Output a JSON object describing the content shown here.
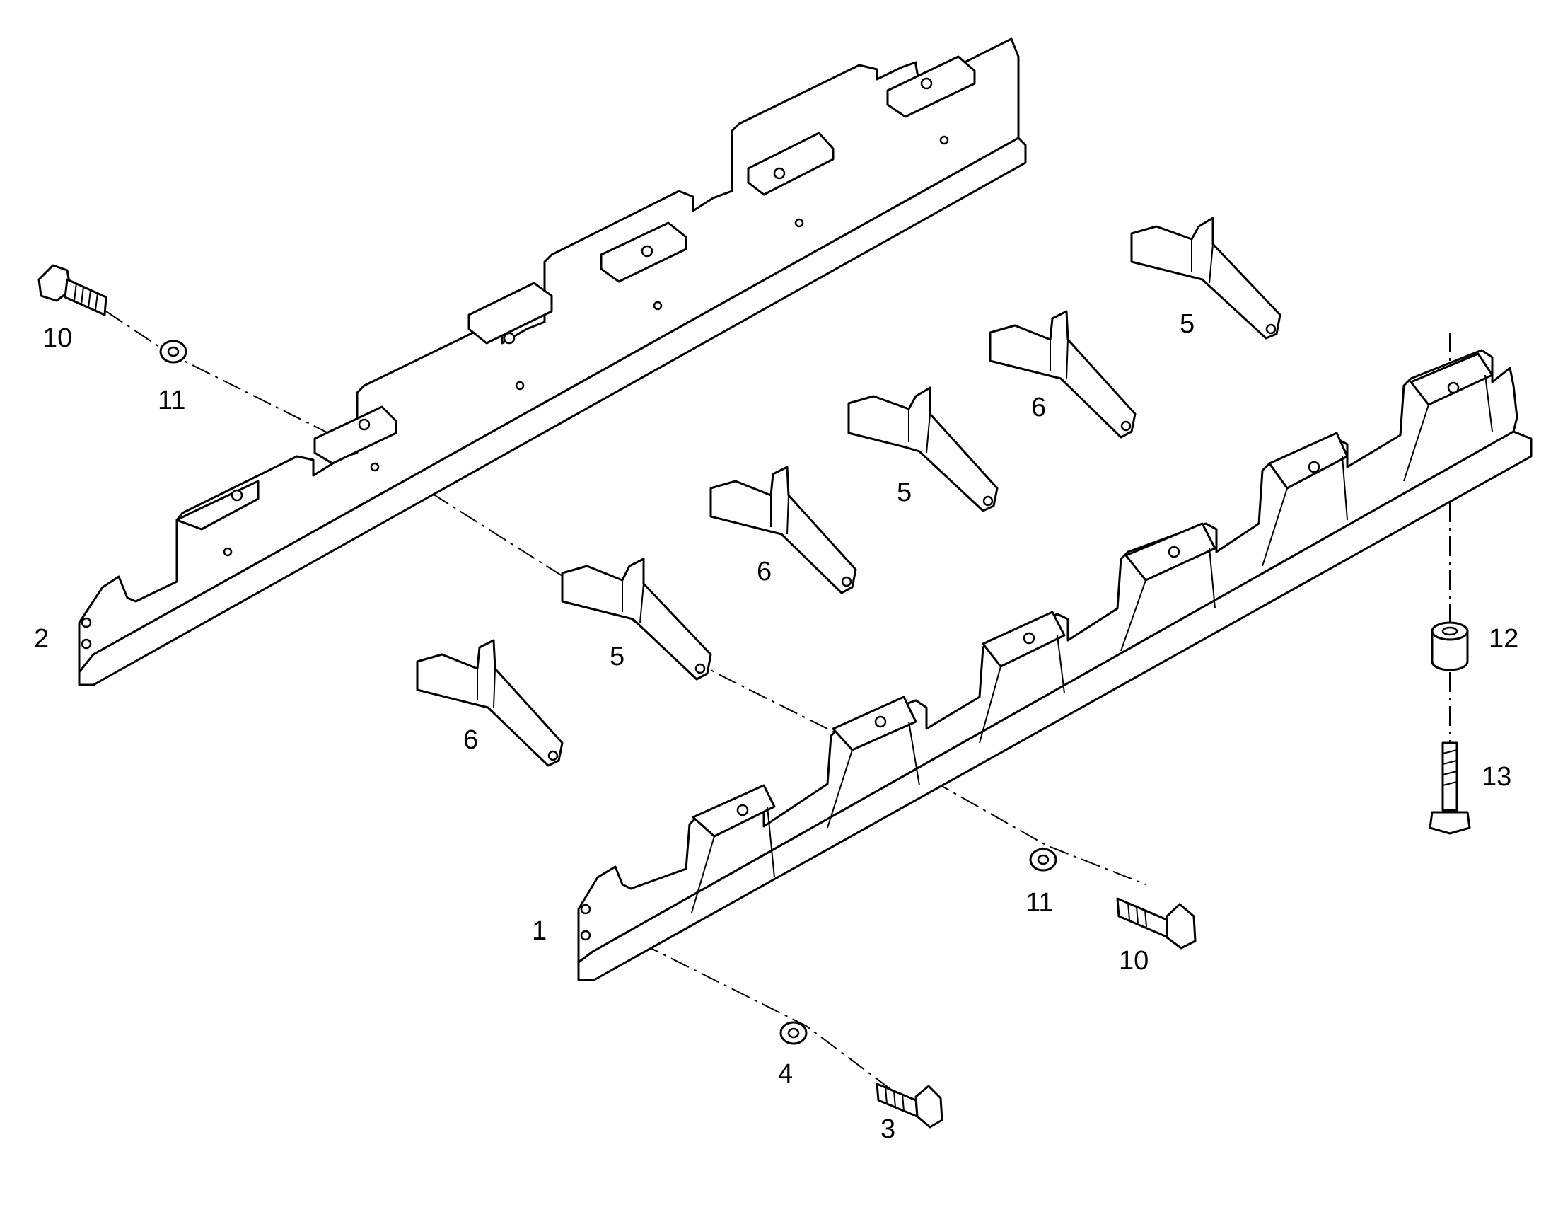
{
  "diagram": {
    "callouts": [
      {
        "id": "c10a",
        "label": "10"
      },
      {
        "id": "c11a",
        "label": "11"
      },
      {
        "id": "c2",
        "label": "2"
      },
      {
        "id": "c5a",
        "label": "5"
      },
      {
        "id": "c6a",
        "label": "6"
      },
      {
        "id": "c5b",
        "label": "5"
      },
      {
        "id": "c6b",
        "label": "6"
      },
      {
        "id": "c5c",
        "label": "5"
      },
      {
        "id": "c6c",
        "label": "6"
      },
      {
        "id": "c12",
        "label": "12"
      },
      {
        "id": "c13",
        "label": "13"
      },
      {
        "id": "c11b",
        "label": "11"
      },
      {
        "id": "c10b",
        "label": "10"
      },
      {
        "id": "c1",
        "label": "1"
      },
      {
        "id": "c4",
        "label": "4"
      },
      {
        "id": "c3",
        "label": "3"
      }
    ]
  }
}
